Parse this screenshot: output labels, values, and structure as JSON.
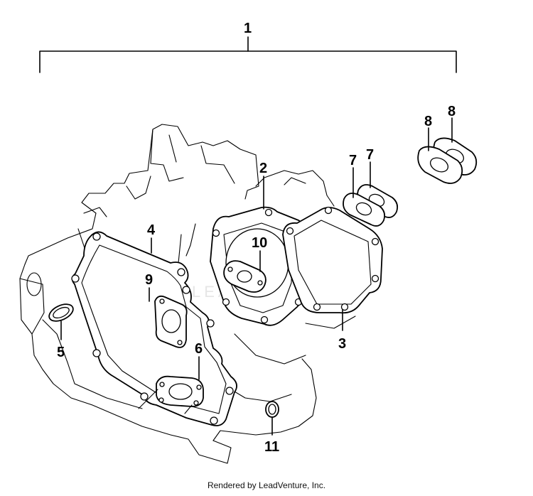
{
  "callouts": {
    "c1": "1",
    "c2": "2",
    "c3": "3",
    "c4": "4",
    "c5": "5",
    "c6": "6",
    "c7a": "7",
    "c7b": "7",
    "c8a": "8",
    "c8b": "8",
    "c9": "9",
    "c10": "10",
    "c11": "11"
  },
  "watermark": "LEADVENTURE",
  "footer": "Rendered by LeadVenture, Inc."
}
